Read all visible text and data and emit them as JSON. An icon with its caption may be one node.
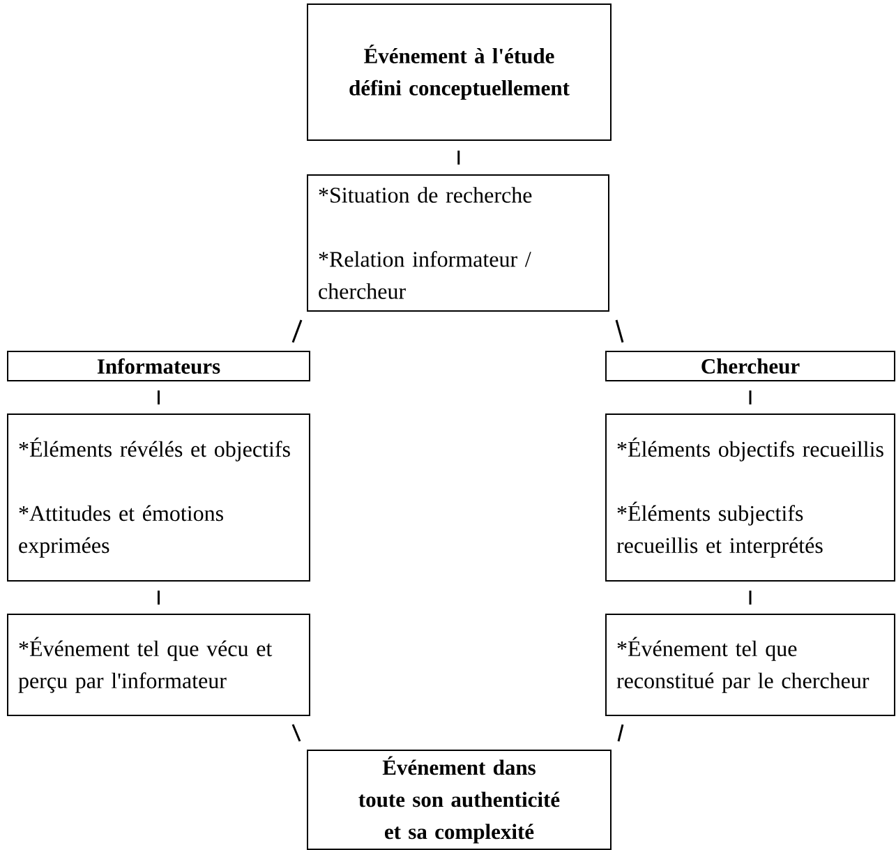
{
  "diagram": {
    "nodes": [
      {
        "text": [
          "Événement à l'étude défini conceptuellement"
        ]
      },
      {
        "text": [
          "*Situation de recherche",
          "*Relation informateur / chercheur"
        ]
      },
      {
        "text": [
          "Informateurs"
        ]
      },
      {
        "text": [
          "Chercheur"
        ]
      },
      {
        "text": [
          "*Éléments révélés et objectifs",
          "*Attitudes et émotions exprimées"
        ]
      },
      {
        "text": [
          "*Éléments objectifs recueillis",
          "*Éléments subjectifs recueillis et interprétés"
        ]
      },
      {
        "text": [
          "*Événement tel que vécu et perçu par l'informateur"
        ]
      },
      {
        "text": [
          "*Événement tel que reconstitué par le chercheur"
        ]
      },
      {
        "text": [
          "Événement dans toute son authenticité et sa complexité"
        ]
      }
    ],
    "edges": [
      {
        "from": 0,
        "to": 1,
        "arrow": "none"
      },
      {
        "from": 1,
        "to": 2,
        "arrow": "none"
      },
      {
        "from": 1,
        "to": 3,
        "arrow": "none"
      },
      {
        "from": 2,
        "to": 4,
        "arrow": "none"
      },
      {
        "from": 3,
        "to": 5,
        "arrow": "none"
      },
      {
        "from": 4,
        "to": 6,
        "arrow": "none"
      },
      {
        "from": 5,
        "to": 7,
        "arrow": "none"
      },
      {
        "from": 6,
        "to": 8,
        "arrow": "none"
      },
      {
        "from": 7,
        "to": 8,
        "arrow": "none"
      }
    ]
  }
}
